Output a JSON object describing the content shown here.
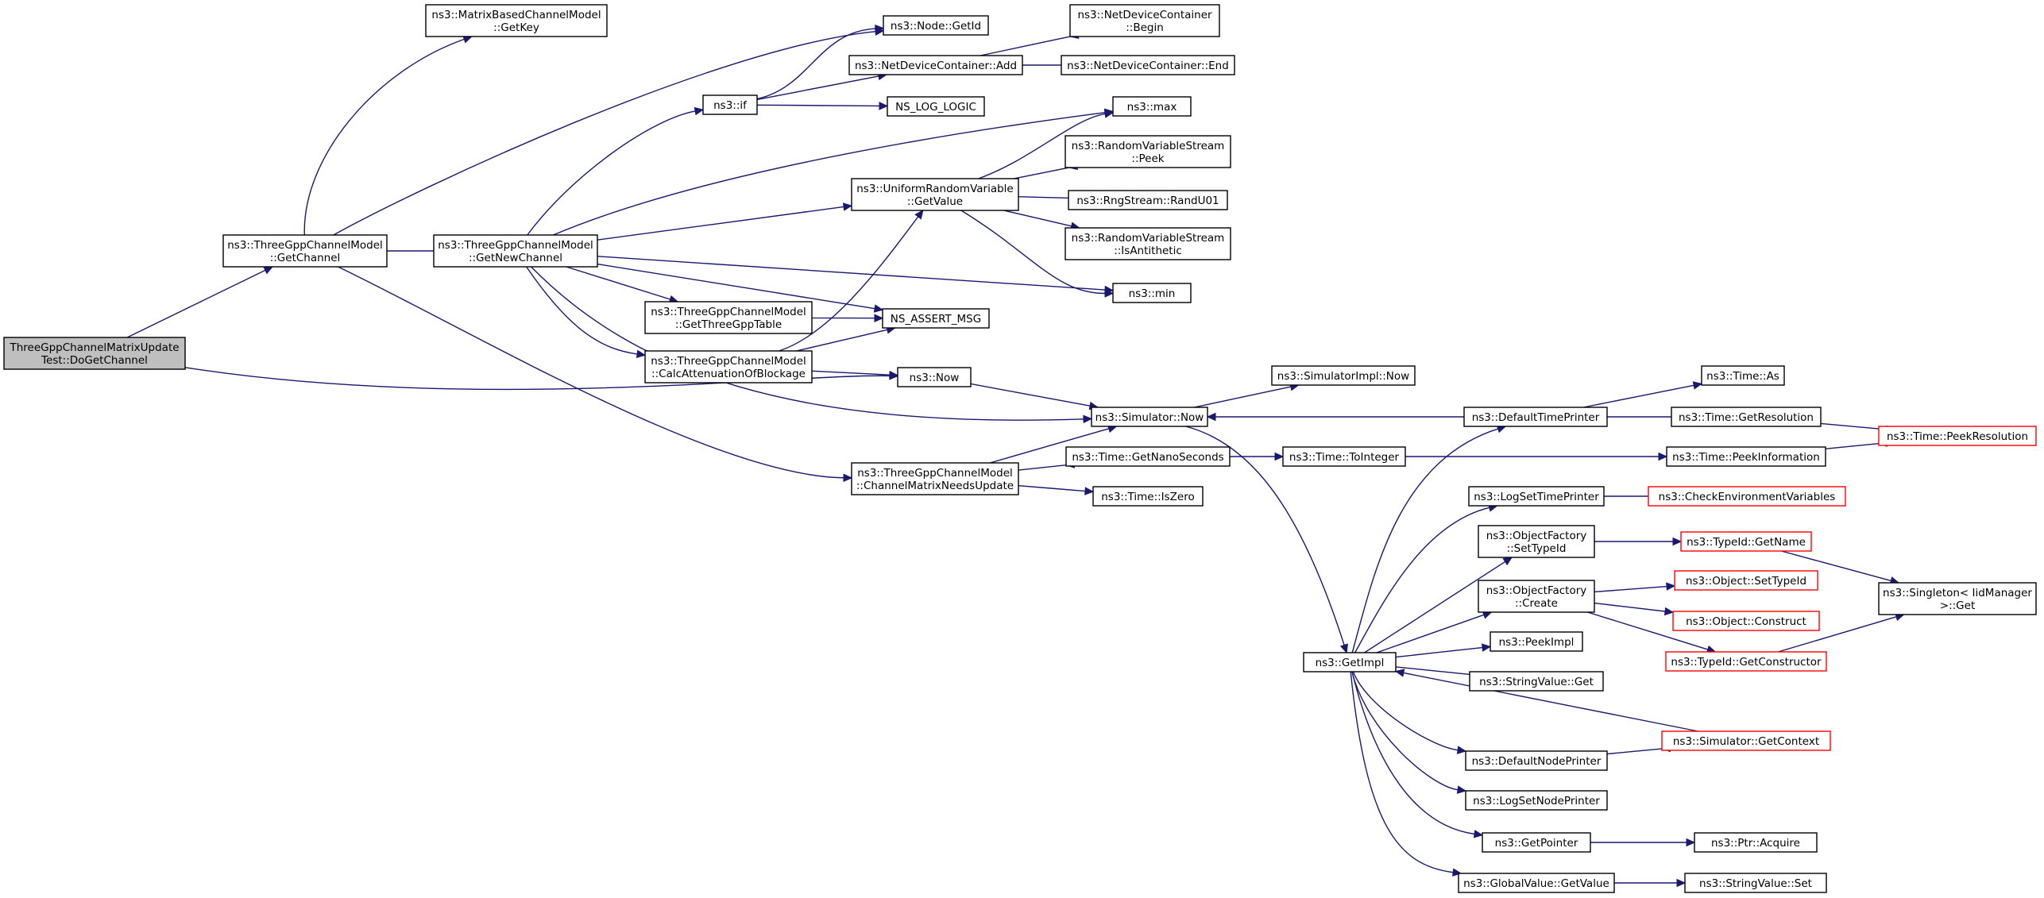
{
  "graph": {
    "title": "",
    "edge_color": "#191970",
    "root_fill": "#bfbfbf",
    "border_color": "#000000",
    "truncated_border_color": "#ff0000",
    "nodes": [
      {
        "id": "root",
        "lines": [
          "ThreeGppChannelMatrixUpdate",
          "Test::DoGetChannel"
        ],
        "style": "root"
      },
      {
        "id": "getChannel",
        "lines": [
          "ns3::ThreeGppChannelModel",
          "::GetChannel"
        ]
      },
      {
        "id": "matrixKey",
        "lines": [
          "ns3::MatrixBasedChannelModel",
          "::GetKey"
        ]
      },
      {
        "id": "nodeGetId",
        "lines": [
          "ns3::Node::GetId"
        ]
      },
      {
        "id": "getNewChannel",
        "lines": [
          "ns3::ThreeGppChannelModel",
          "::GetNewChannel"
        ]
      },
      {
        "id": "if",
        "lines": [
          "ns3::if"
        ]
      },
      {
        "id": "ndcAdd",
        "lines": [
          "ns3::NetDeviceContainer::Add"
        ]
      },
      {
        "id": "ndcBegin",
        "lines": [
          "ns3::NetDeviceContainer",
          "::Begin"
        ]
      },
      {
        "id": "ndcEnd",
        "lines": [
          "ns3::NetDeviceContainer::End"
        ]
      },
      {
        "id": "logLogic",
        "lines": [
          "NS_LOG_LOGIC"
        ]
      },
      {
        "id": "max",
        "lines": [
          "ns3::max"
        ]
      },
      {
        "id": "urvGetValue",
        "lines": [
          "ns3::UniformRandomVariable",
          "::GetValue"
        ]
      },
      {
        "id": "rvsPeek",
        "lines": [
          "ns3::RandomVariableStream",
          "::Peek"
        ]
      },
      {
        "id": "randU01",
        "lines": [
          "ns3::RngStream::RandU01"
        ]
      },
      {
        "id": "rvsAnti",
        "lines": [
          "ns3::RandomVariableStream",
          "::IsAntithetic"
        ]
      },
      {
        "id": "min",
        "lines": [
          "ns3::min"
        ]
      },
      {
        "id": "getTable",
        "lines": [
          "ns3::ThreeGppChannelModel",
          "::GetThreeGppTable"
        ]
      },
      {
        "id": "assertMsg",
        "lines": [
          "NS_ASSERT_MSG"
        ]
      },
      {
        "id": "calcAtt",
        "lines": [
          "ns3::ThreeGppChannelModel",
          "::CalcAttenuationOfBlockage"
        ]
      },
      {
        "id": "now",
        "lines": [
          "ns3::Now"
        ]
      },
      {
        "id": "simNow",
        "lines": [
          "ns3::Simulator::Now"
        ]
      },
      {
        "id": "simImplNow",
        "lines": [
          "ns3::SimulatorImpl::Now"
        ]
      },
      {
        "id": "needsUpdate",
        "lines": [
          "ns3::ThreeGppChannelModel",
          "::ChannelMatrixNeedsUpdate"
        ]
      },
      {
        "id": "nano",
        "lines": [
          "ns3::Time::GetNanoSeconds"
        ]
      },
      {
        "id": "isZero",
        "lines": [
          "ns3::Time::IsZero"
        ]
      },
      {
        "id": "toInteger",
        "lines": [
          "ns3::Time::ToInteger"
        ]
      },
      {
        "id": "defTimePrinter",
        "lines": [
          "ns3::DefaultTimePrinter"
        ]
      },
      {
        "id": "timeAs",
        "lines": [
          "ns3::Time::As"
        ]
      },
      {
        "id": "getRes",
        "lines": [
          "ns3::Time::GetResolution"
        ]
      },
      {
        "id": "peekRes",
        "lines": [
          "ns3::Time::PeekResolution"
        ],
        "style": "red"
      },
      {
        "id": "peekInfo",
        "lines": [
          "ns3::Time::PeekInformation"
        ]
      },
      {
        "id": "logSetTime",
        "lines": [
          "ns3::LogSetTimePrinter"
        ]
      },
      {
        "id": "checkEnv",
        "lines": [
          "ns3::CheckEnvironmentVariables"
        ],
        "style": "red"
      },
      {
        "id": "ofSetType",
        "lines": [
          "ns3::ObjectFactory",
          "::SetTypeId"
        ]
      },
      {
        "id": "typeGetName",
        "lines": [
          "ns3::TypeId::GetName"
        ],
        "style": "red"
      },
      {
        "id": "ofCreate",
        "lines": [
          "ns3::ObjectFactory",
          "::Create"
        ]
      },
      {
        "id": "objSetType",
        "lines": [
          "ns3::Object::SetTypeId"
        ],
        "style": "red"
      },
      {
        "id": "objConstruct",
        "lines": [
          "ns3::Object::Construct"
        ],
        "style": "red"
      },
      {
        "id": "typeGetCtor",
        "lines": [
          "ns3::TypeId::GetConstructor"
        ],
        "style": "red"
      },
      {
        "id": "singleton",
        "lines": [
          "ns3::Singleton< IidManager",
          " >::Get"
        ]
      },
      {
        "id": "getImpl",
        "lines": [
          "ns3::GetImpl"
        ]
      },
      {
        "id": "peekImpl",
        "lines": [
          "ns3::PeekImpl"
        ]
      },
      {
        "id": "strGet",
        "lines": [
          "ns3::StringValue::Get"
        ]
      },
      {
        "id": "simCtx",
        "lines": [
          "ns3::Simulator::GetContext"
        ],
        "style": "red"
      },
      {
        "id": "defNodePrinter",
        "lines": [
          "ns3::DefaultNodePrinter"
        ]
      },
      {
        "id": "logSetNode",
        "lines": [
          "ns3::LogSetNodePrinter"
        ]
      },
      {
        "id": "getPointer",
        "lines": [
          "ns3::GetPointer"
        ]
      },
      {
        "id": "ptrAcquire",
        "lines": [
          "ns3::Ptr::Acquire"
        ]
      },
      {
        "id": "gvGetValue",
        "lines": [
          "ns3::GlobalValue::GetValue"
        ]
      },
      {
        "id": "strSet",
        "lines": [
          "ns3::StringValue::Set"
        ]
      }
    ],
    "edges": [
      [
        "root",
        "getChannel"
      ],
      [
        "root",
        "now"
      ],
      [
        "getChannel",
        "matrixKey"
      ],
      [
        "getChannel",
        "nodeGetId"
      ],
      [
        "getChannel",
        "getNewChannel"
      ],
      [
        "getChannel",
        "needsUpdate"
      ],
      [
        "getNewChannel",
        "if"
      ],
      [
        "getNewChannel",
        "max"
      ],
      [
        "getNewChannel",
        "urvGetValue"
      ],
      [
        "getNewChannel",
        "min"
      ],
      [
        "getNewChannel",
        "getTable"
      ],
      [
        "getNewChannel",
        "assertMsg"
      ],
      [
        "getNewChannel",
        "calcAtt"
      ],
      [
        "getNewChannel",
        "simNow"
      ],
      [
        "if",
        "nodeGetId"
      ],
      [
        "if",
        "ndcAdd"
      ],
      [
        "if",
        "logLogic"
      ],
      [
        "ndcAdd",
        "ndcBegin"
      ],
      [
        "ndcAdd",
        "ndcEnd"
      ],
      [
        "urvGetValue",
        "max"
      ],
      [
        "urvGetValue",
        "rvsPeek"
      ],
      [
        "urvGetValue",
        "randU01"
      ],
      [
        "urvGetValue",
        "rvsAnti"
      ],
      [
        "urvGetValue",
        "min"
      ],
      [
        "getTable",
        "assertMsg"
      ],
      [
        "calcAtt",
        "assertMsg"
      ],
      [
        "calcAtt",
        "urvGetValue"
      ],
      [
        "calcAtt",
        "now"
      ],
      [
        "now",
        "simNow"
      ],
      [
        "simNow",
        "simImplNow"
      ],
      [
        "simNow",
        "getImpl"
      ],
      [
        "needsUpdate",
        "simNow"
      ],
      [
        "needsUpdate",
        "nano"
      ],
      [
        "needsUpdate",
        "isZero"
      ],
      [
        "nano",
        "toInteger"
      ],
      [
        "toInteger",
        "peekInfo"
      ],
      [
        "defTimePrinter",
        "simNow"
      ],
      [
        "defTimePrinter",
        "timeAs"
      ],
      [
        "defTimePrinter",
        "getRes"
      ],
      [
        "getRes",
        "peekRes"
      ],
      [
        "peekInfo",
        "peekRes"
      ],
      [
        "logSetTime",
        "checkEnv"
      ],
      [
        "ofSetType",
        "typeGetName"
      ],
      [
        "typeGetName",
        "singleton"
      ],
      [
        "ofCreate",
        "objSetType"
      ],
      [
        "ofCreate",
        "objConstruct"
      ],
      [
        "ofCreate",
        "typeGetCtor"
      ],
      [
        "typeGetCtor",
        "singleton"
      ],
      [
        "getImpl",
        "defTimePrinter"
      ],
      [
        "getImpl",
        "logSetTime"
      ],
      [
        "getImpl",
        "ofSetType"
      ],
      [
        "getImpl",
        "ofCreate"
      ],
      [
        "getImpl",
        "peekImpl"
      ],
      [
        "getImpl",
        "strGet"
      ],
      [
        "getImpl",
        "defNodePrinter"
      ],
      [
        "getImpl",
        "logSetNode"
      ],
      [
        "getImpl",
        "getPointer"
      ],
      [
        "getImpl",
        "gvGetValue"
      ],
      [
        "simCtx",
        "getImpl"
      ],
      [
        "defNodePrinter",
        "simCtx"
      ],
      [
        "getPointer",
        "ptrAcquire"
      ],
      [
        "gvGetValue",
        "strSet"
      ]
    ]
  }
}
